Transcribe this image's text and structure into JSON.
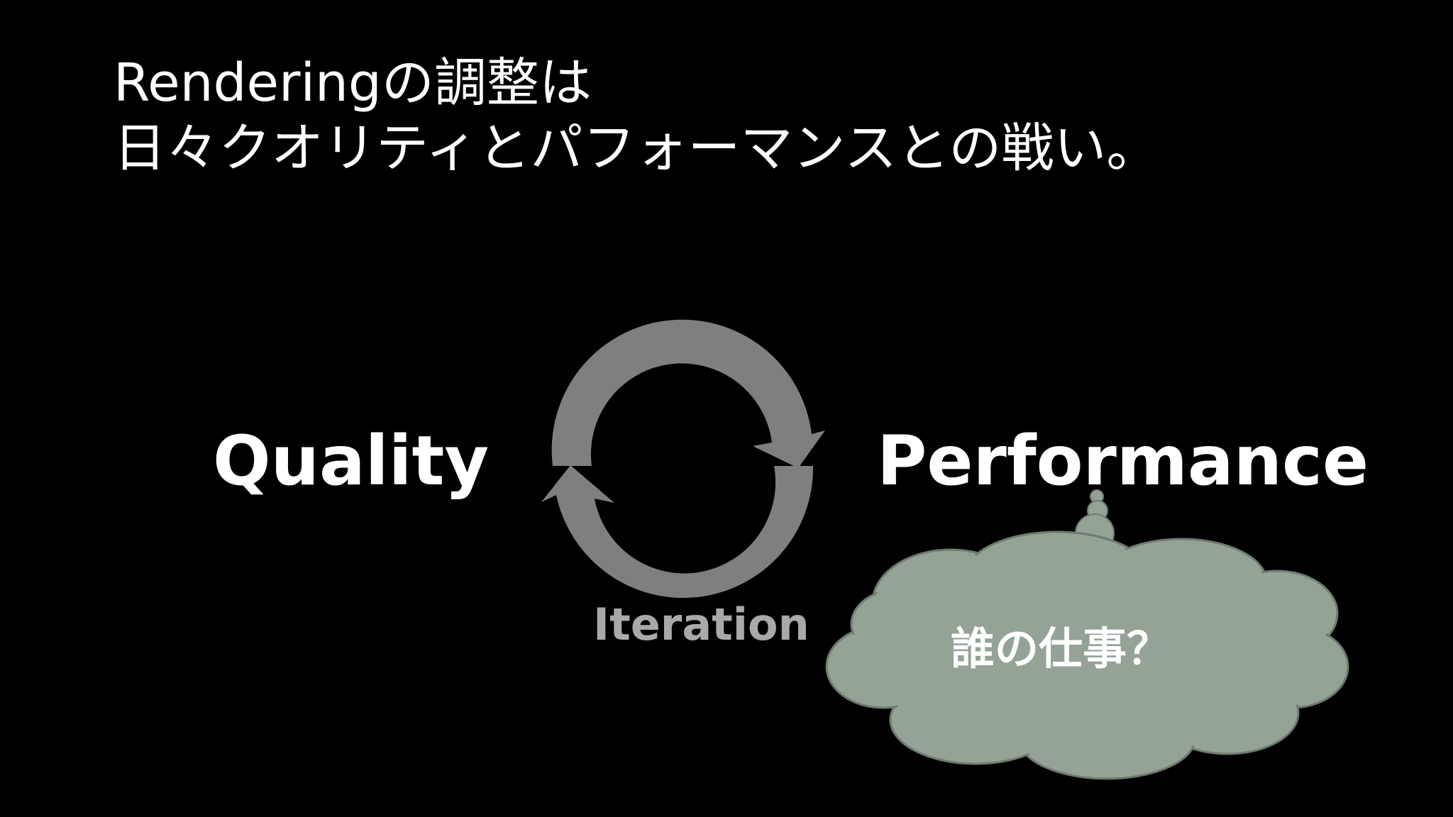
{
  "slide": {
    "title_line_1": "Renderingの調整は",
    "title_line_2": "日々クオリティとパフォーマンスとの戦い。",
    "left_label": "Quality",
    "right_label": "Performance",
    "cycle_label": "Iteration",
    "thought_bubble_text": "誰の仕事？"
  },
  "colors": {
    "background": "#000000",
    "text": "#ffffff",
    "cycle_arrows": "#7f7f7f",
    "iteration_text": "#a9a9a9",
    "cloud_fill": "#94a396",
    "cloud_stroke": "#6f7a70"
  },
  "icons": {
    "cycle": "circular-arrows-icon",
    "thought": "thought-cloud-icon"
  }
}
